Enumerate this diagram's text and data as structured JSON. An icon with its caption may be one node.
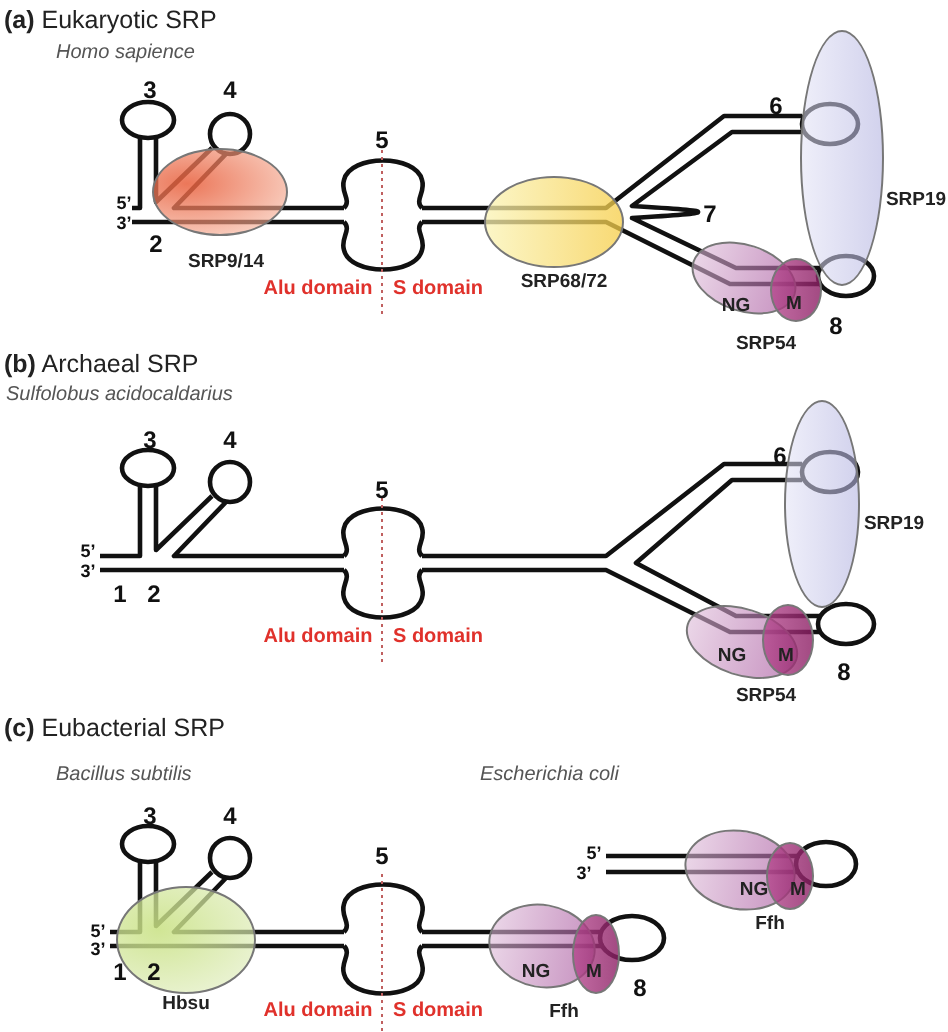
{
  "diagram": {
    "nodes": [
      {
        "text": [
          "SRP9/14"
        ]
      },
      {
        "text": [
          "SRP68/72"
        ]
      },
      {
        "text": [
          "SRP19"
        ]
      },
      {
        "text": [
          "NG"
        ]
      },
      {
        "text": [
          "M"
        ]
      },
      {
        "text": [
          "SRP19"
        ]
      },
      {
        "text": [
          "NG"
        ]
      },
      {
        "text": [
          "M"
        ]
      },
      {
        "text": [
          "NG"
        ]
      },
      {
        "text": [
          "M"
        ]
      },
      {
        "text": [
          "Hbsu"
        ]
      },
      {
        "text": [
          "NG"
        ]
      },
      {
        "text": [
          "M"
        ]
      }
    ],
    "edges": [],
    "labels": [
      "**(a)** Eukaryotic SRP",
      "Homo sapience",
      "3",
      "4",
      "6",
      "5",
      "5’",
      "7",
      "3’",
      "2",
      "Alu domain",
      "S domain",
      "8",
      "SRP54",
      "**(b)** Archaeal SRP",
      "Sulfolobus acidocaldarius",
      "3",
      "4",
      "6",
      "5",
      "5’",
      "3’",
      "1",
      "2",
      "Alu domain",
      "S domain",
      "8",
      "SRP54",
      "**(c)** Eubacterial SRP",
      "Bacillus subtilis",
      "Escherichia coli",
      "3",
      "4",
      "5",
      "5’",
      "3’",
      "Ffh",
      "5’",
      "3’",
      "1",
      "2",
      "8",
      "Alu domain",
      "S domain",
      "Ffh"
    ]
  }
}
